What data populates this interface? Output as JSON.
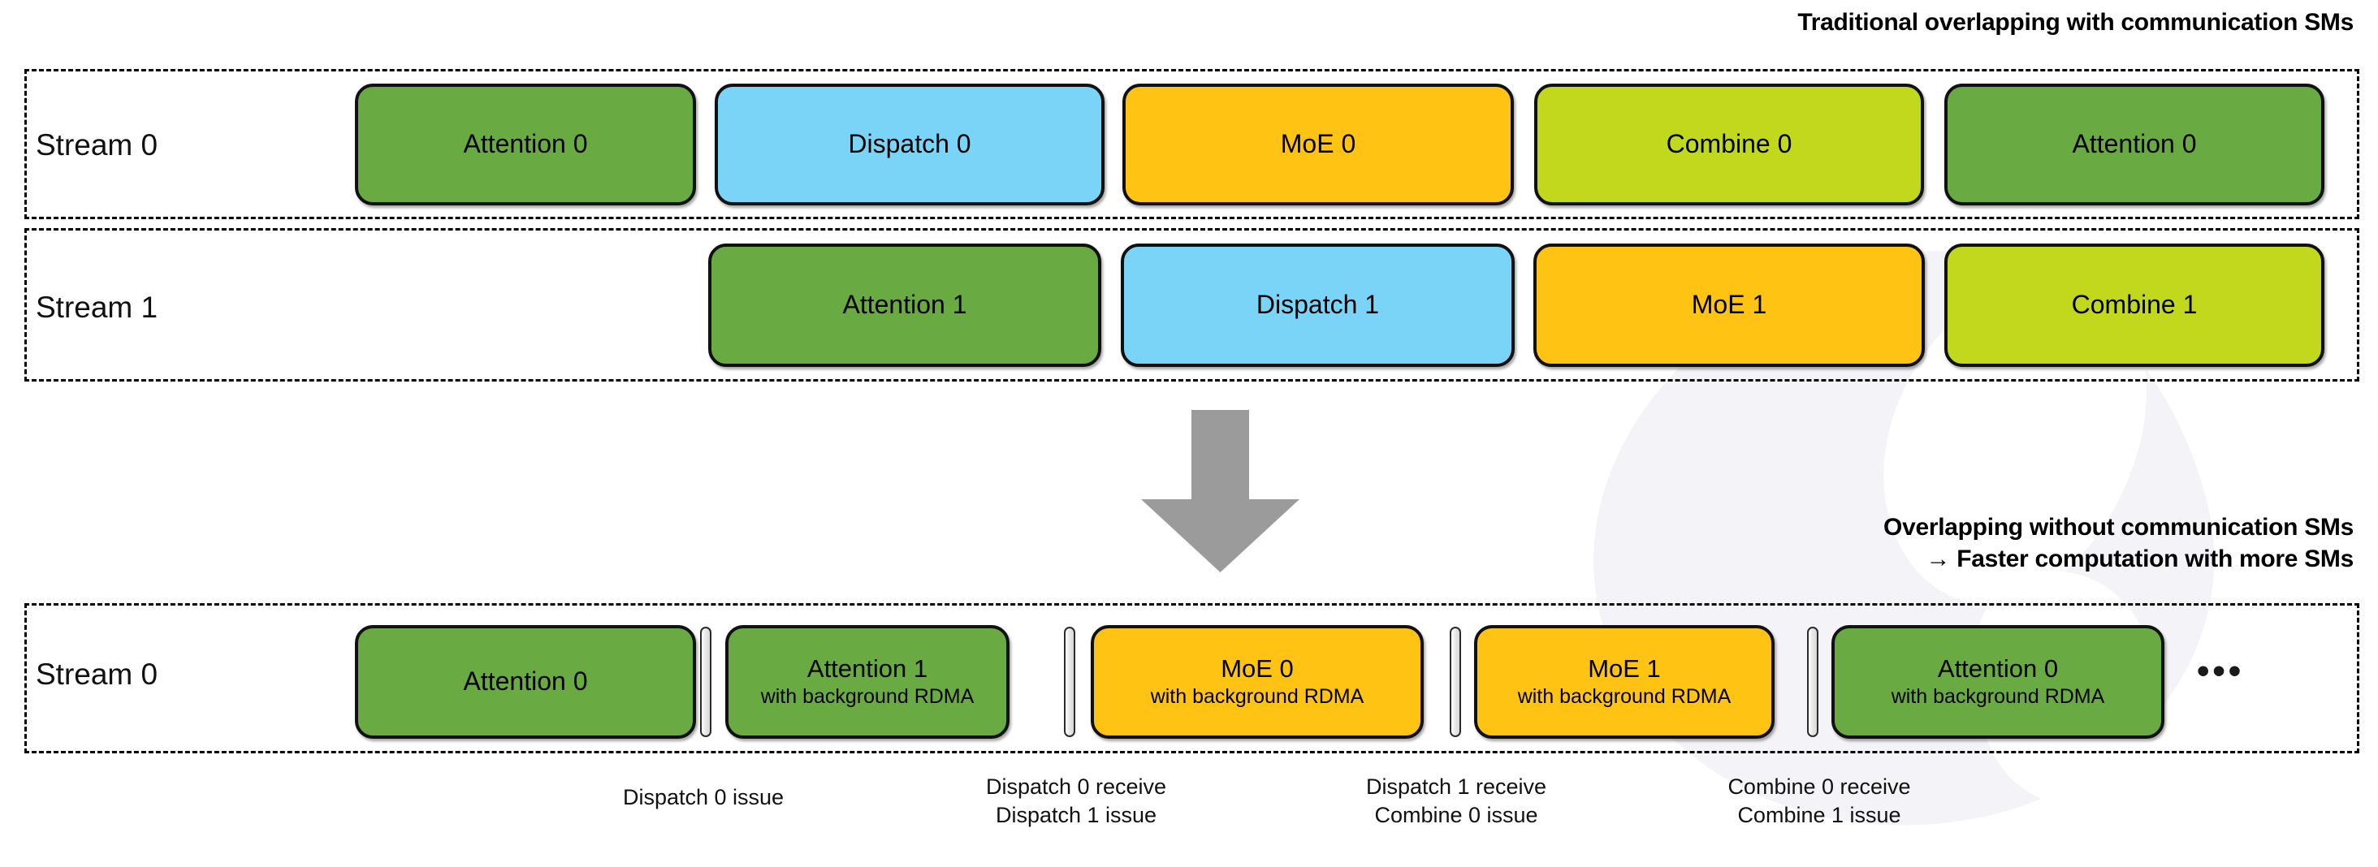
{
  "titles": {
    "top": "Traditional overlapping with communication SMs",
    "bottom": "Overlapping without communication SMs\n→ Faster computation with more SMs"
  },
  "colors": {
    "attention": "#6aaa43",
    "dispatch": "#79d4f7",
    "moe": "#ffc314",
    "combine": "#c2d81c",
    "arrow": "#9b9b9b",
    "border": "#111111",
    "background": "#ffffff"
  },
  "lanes": [
    {
      "label": "Stream 0",
      "blocks": [
        {
          "main": "Attention 0",
          "sub": "",
          "kind": "attention"
        },
        {
          "main": "Dispatch 0",
          "sub": "",
          "kind": "dispatch"
        },
        {
          "main": "MoE 0",
          "sub": "",
          "kind": "moe"
        },
        {
          "main": "Combine 0",
          "sub": "",
          "kind": "combine"
        },
        {
          "main": "Attention 0",
          "sub": "",
          "kind": "attention"
        }
      ]
    },
    {
      "label": "Stream 1",
      "blocks": [
        {
          "main": "Attention 1",
          "sub": "",
          "kind": "attention"
        },
        {
          "main": "Dispatch 1",
          "sub": "",
          "kind": "dispatch"
        },
        {
          "main": "MoE 1",
          "sub": "",
          "kind": "moe"
        },
        {
          "main": "Combine 1",
          "sub": "",
          "kind": "combine"
        }
      ]
    },
    {
      "label": "Stream 0",
      "blocks": [
        {
          "main": "Attention 0",
          "sub": "",
          "kind": "attention"
        },
        {
          "main": "Attention 1",
          "sub": "with background RDMA",
          "kind": "attention"
        },
        {
          "main": "MoE 0",
          "sub": "with background RDMA",
          "kind": "moe"
        },
        {
          "main": "MoE 1",
          "sub": "with background RDMA",
          "kind": "moe"
        },
        {
          "main": "Attention 0",
          "sub": "with background RDMA",
          "kind": "attention"
        }
      ],
      "ellipsis": "•••"
    }
  ],
  "captions": [
    "Dispatch 0 issue",
    "Dispatch 0 receive\nDispatch 1 issue",
    "Dispatch 1 receive\nCombine 0 issue",
    "Combine 0 receive\nCombine 1 issue"
  ]
}
